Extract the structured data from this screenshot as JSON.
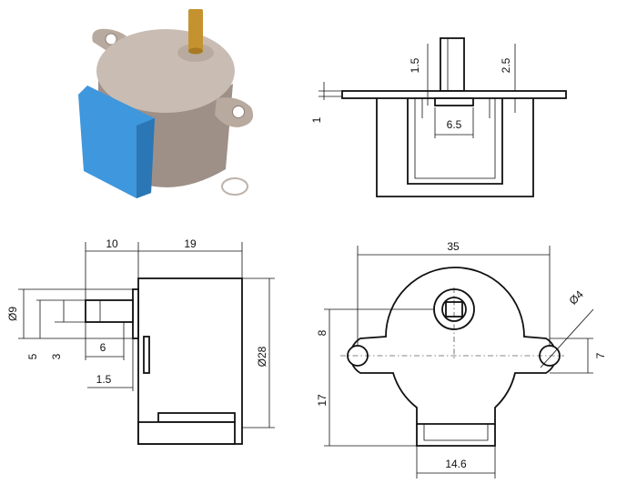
{
  "colors": {
    "outline": "#111111",
    "iso_body": "#b8aa9f",
    "iso_body_shadow": "#9e9087",
    "iso_cover": "#3f97dd",
    "iso_cover_shadow": "#2b76b4",
    "iso_shaft": "#c49330",
    "iso_flange_top": "#c9bdb3"
  },
  "icons": {
    "isometric_render": "stepper-motor-3d-render"
  },
  "dimensions": {
    "top_view": {
      "shaft_height": "1.5",
      "flange_thickness": "2.5",
      "mount_offset": "1",
      "slot_width": "6.5"
    },
    "side_view": {
      "shaft_length": "10",
      "body_depth": "19",
      "shaft_diameter": "Ø9",
      "body_diameter": "Ø28",
      "offset_5": "5",
      "offset_3": "3",
      "flat_length": "6",
      "boss_thickness": "1.5"
    },
    "front_view": {
      "hole_spacing": "35",
      "hole_diameter": "Ø4",
      "shaft_offset": "8",
      "body_height": "17",
      "ear_offset": "7",
      "cover_width": "14.6"
    }
  }
}
